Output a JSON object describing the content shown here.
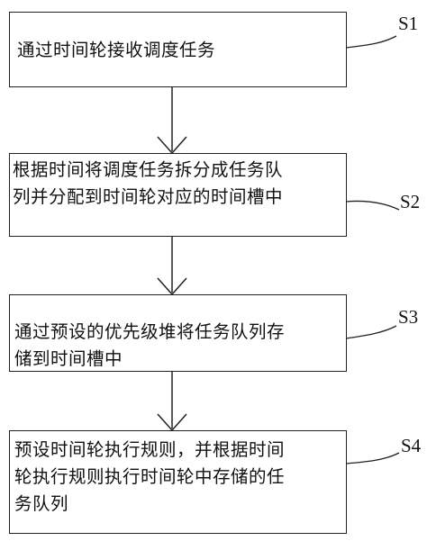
{
  "steps": [
    {
      "id": "S1",
      "text": "通过时间轮接收调度任务"
    },
    {
      "id": "S2",
      "text": "根据时间将调度任务拆分成任务队\n列并分配到时间轮对应的时间槽中"
    },
    {
      "id": "S3",
      "text": "通过预设的优先级堆将任务队列存\n储到时间槽中"
    },
    {
      "id": "S4",
      "text": "预设时间轮执行规则，并根据时间\n轮执行规则执行时间轮中存储的任\n务队列"
    }
  ]
}
